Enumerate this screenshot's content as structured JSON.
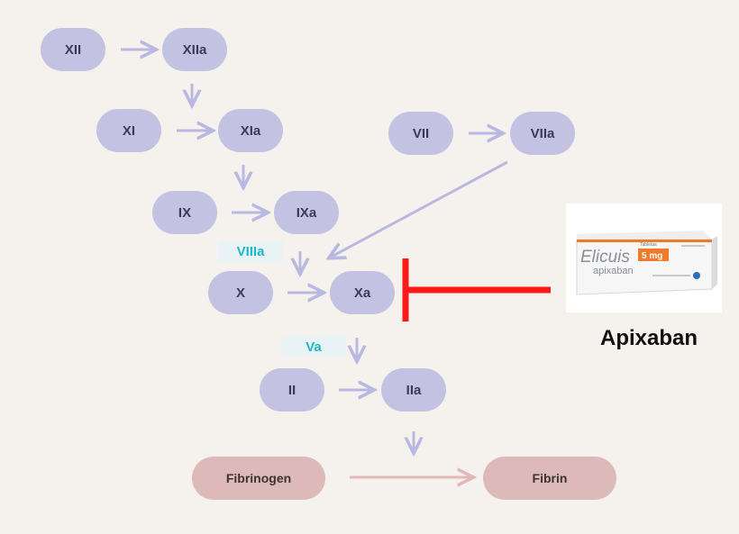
{
  "factors": {
    "XII": "XII",
    "XIIa": "XIIa",
    "XI": "XI",
    "XIa": "XIa",
    "IX": "IX",
    "IXa": "IXa",
    "VII": "VII",
    "VIIa": "VIIa",
    "X": "X",
    "Xa": "Xa",
    "II": "II",
    "IIa": "IIa",
    "fibrinogen": "Fibrinogen",
    "fibrin": "Fibrin"
  },
  "cofactors": {
    "VIIIa": "VIIIa",
    "Va": "Va"
  },
  "drug": {
    "name": "Apixaban",
    "box_brand": "Elicuis",
    "box_generic": "apixaban",
    "box_dose": "5 mg",
    "box_form": "Tabletas"
  },
  "colors": {
    "factor_node": "#c3c2e2",
    "fibrin_node": "#deb9b9",
    "arrow": "#b9b8e0",
    "fibrin_arrow": "#e2b8b8",
    "inhibition": "#ff1a1a",
    "cofactor_text": "#1fb7c6",
    "background": "#f5f2ee"
  }
}
